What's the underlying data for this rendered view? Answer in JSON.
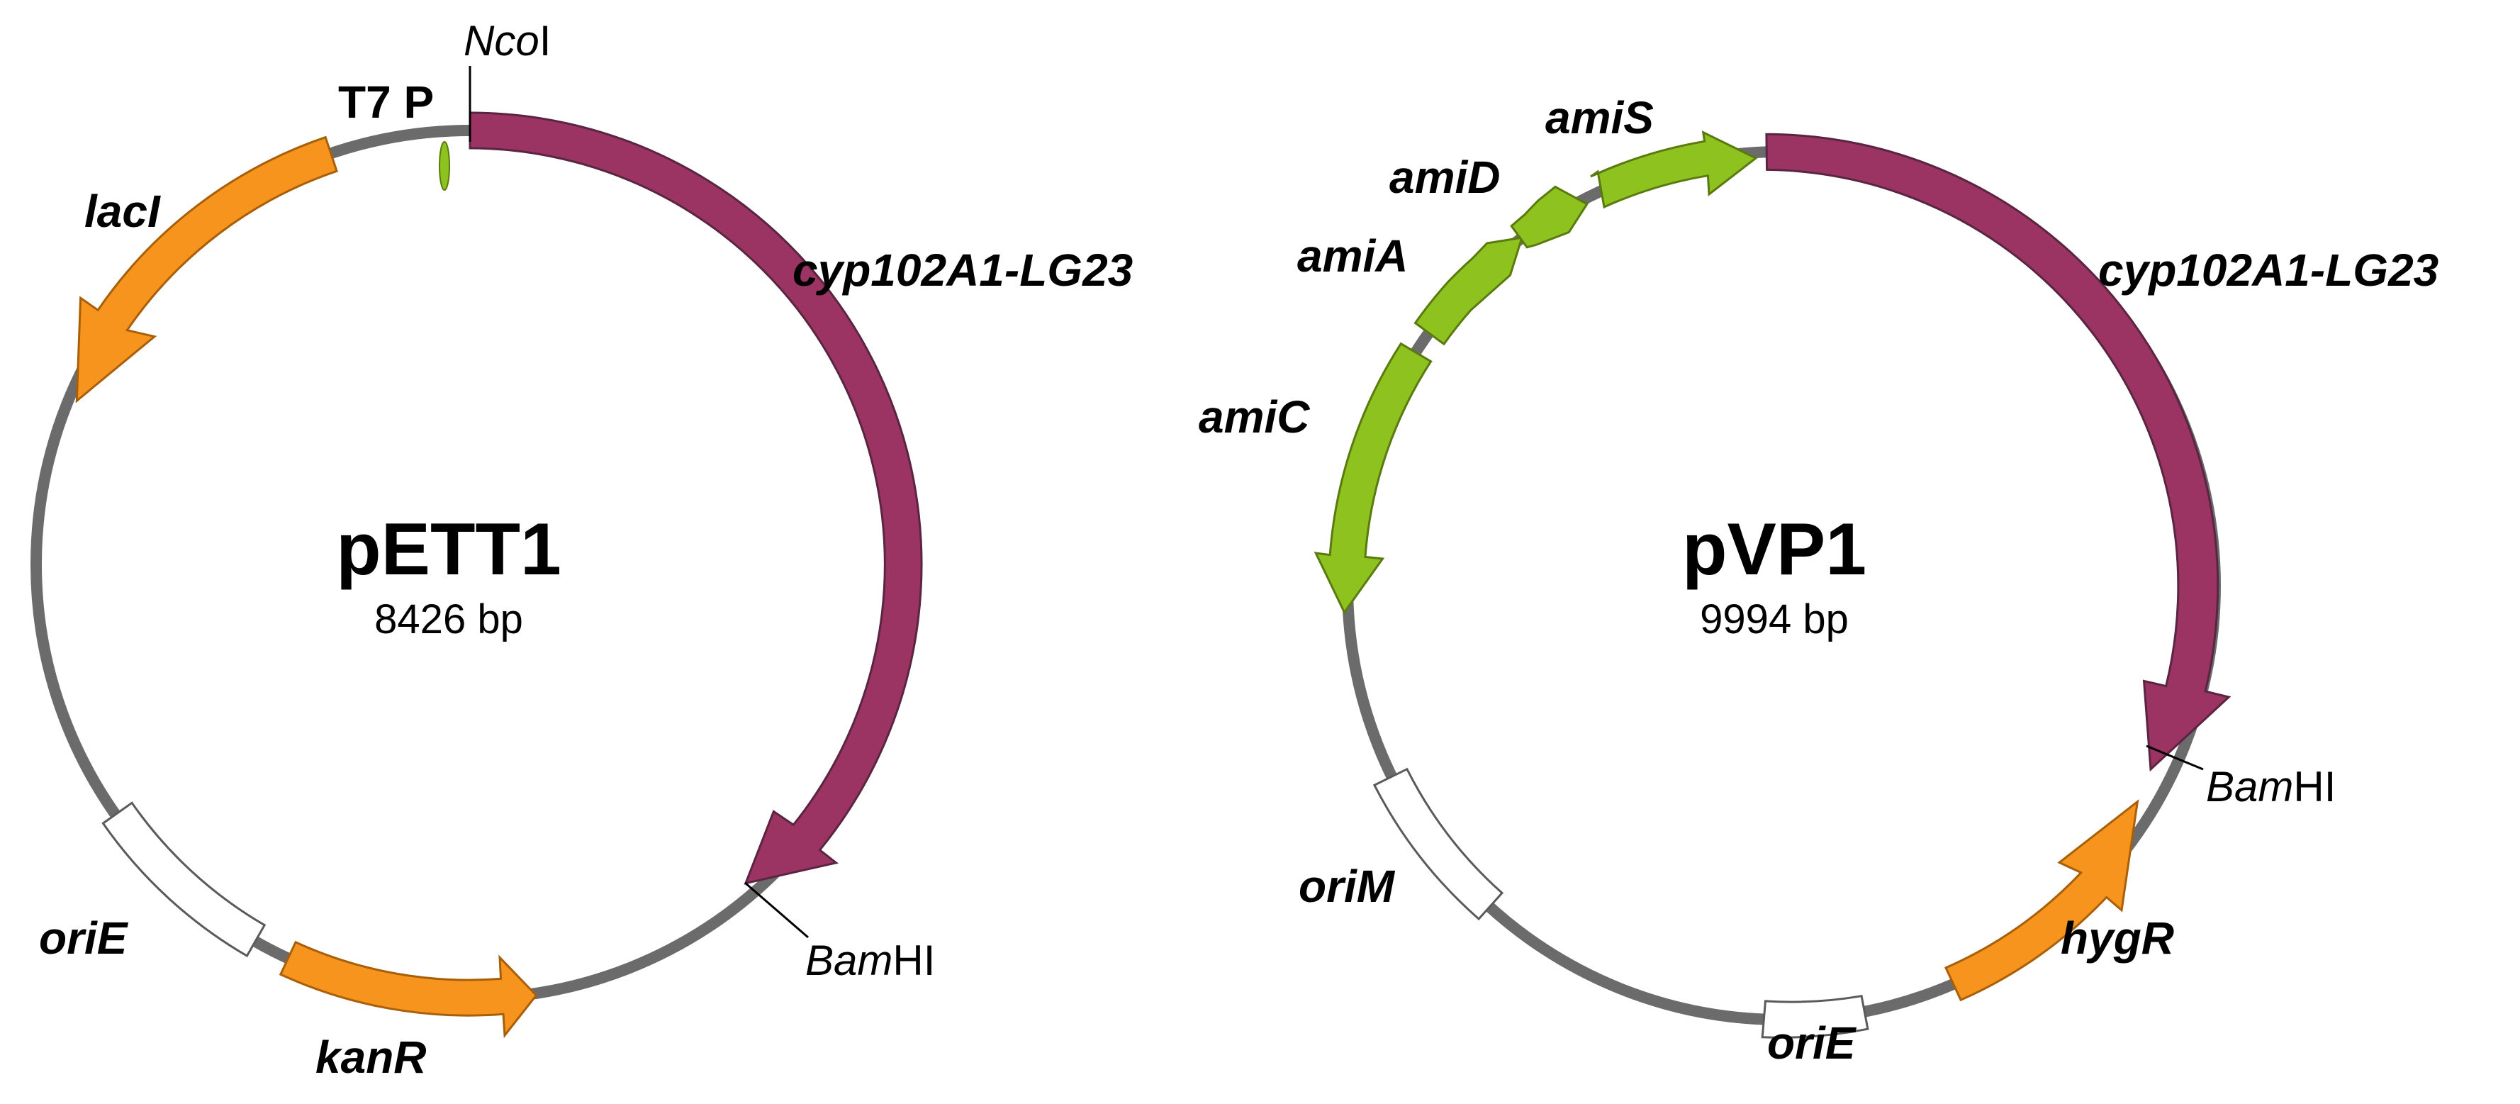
{
  "colors": {
    "backbone": "#6b6b6b",
    "cyp": "#9b3363",
    "orange": "#f7941d",
    "green": "#8dc21f",
    "white_feature": "#ffffff",
    "outline": "#5a5a5a"
  },
  "plasmids": [
    {
      "name": "pETT1",
      "size": "8426 bp",
      "features": [
        {
          "label": "cyp102A1-LG23",
          "color": "cyp",
          "type": "arrow"
        },
        {
          "label": "kanR",
          "color": "orange",
          "type": "arrow"
        },
        {
          "label": "oriE",
          "color": "white_feature",
          "type": "box"
        },
        {
          "label": "lacI",
          "color": "orange",
          "type": "arrow"
        },
        {
          "label": "T7 P",
          "color": "green",
          "type": "promoter"
        }
      ],
      "sites": [
        {
          "italic": "Nco",
          "roman": "I"
        },
        {
          "italic": "Bam",
          "roman": "HI"
        }
      ]
    },
    {
      "name": "pVP1",
      "size": "9994 bp",
      "features": [
        {
          "label": "cyp102A1-LG23",
          "color": "cyp",
          "type": "arrow"
        },
        {
          "label": "hygR",
          "color": "orange",
          "type": "arrow"
        },
        {
          "label": "oriE",
          "color": "white_feature",
          "type": "box"
        },
        {
          "label": "oriM",
          "color": "white_feature",
          "type": "box"
        },
        {
          "label": "amiC",
          "color": "green",
          "type": "arrow"
        },
        {
          "label": "amiA",
          "color": "green",
          "type": "arrow"
        },
        {
          "label": "amiD",
          "color": "green",
          "type": "arrow"
        },
        {
          "label": "amiS",
          "color": "green",
          "type": "arrow"
        }
      ],
      "sites": [
        {
          "italic": "Bam",
          "roman": "HI"
        }
      ]
    }
  ]
}
